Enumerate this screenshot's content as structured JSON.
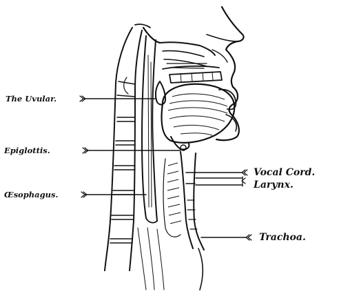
{
  "labels": {
    "uvula": "The Uvular.",
    "epiglottis": "Epiglottis.",
    "oesophagus": "Œsophagus.",
    "vocal_cord": "Vocal Cord.",
    "larynx": "Larynx.",
    "trachea": "Trachoa."
  }
}
